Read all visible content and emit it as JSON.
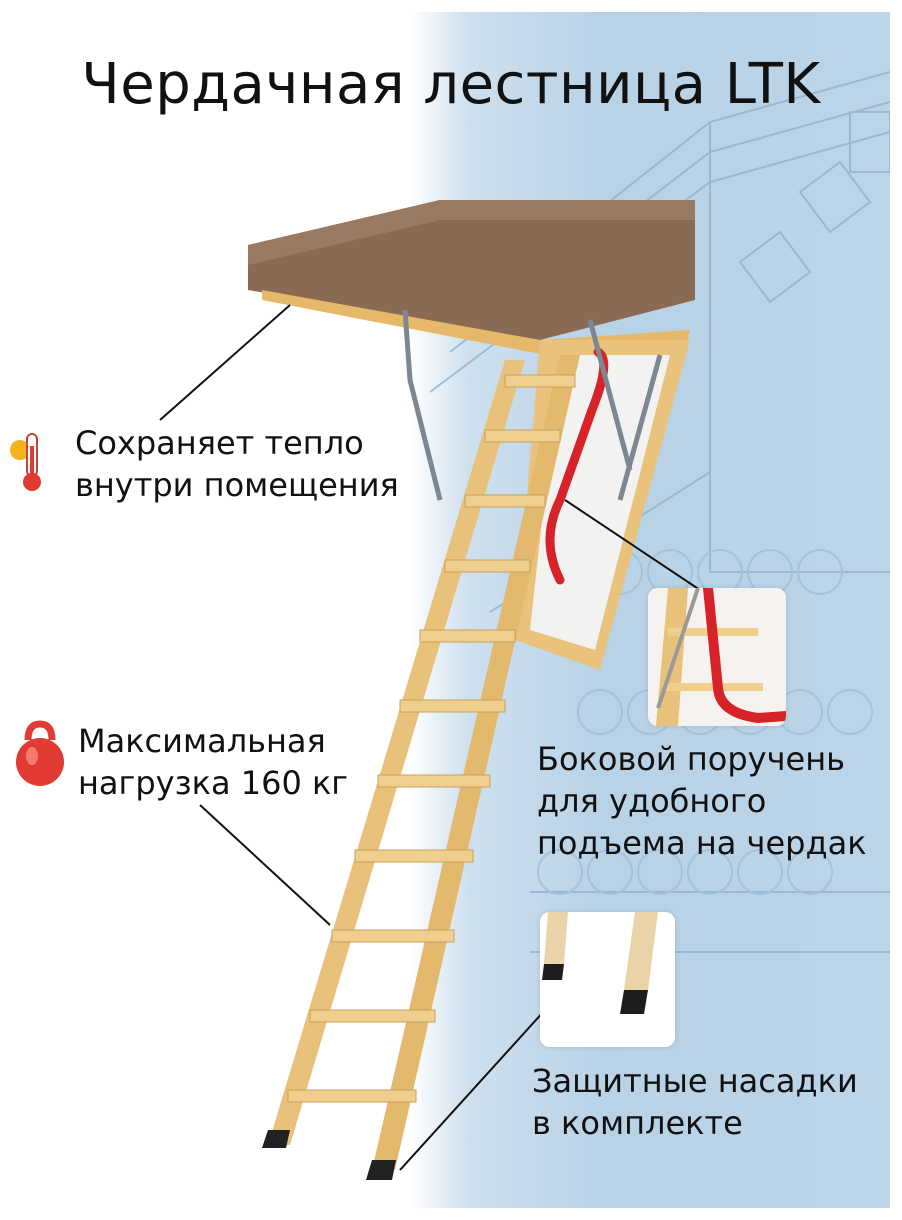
{
  "title": "Чердачная лестница LTK",
  "features": {
    "heat": {
      "line1": "Сохраняет тепло",
      "line2": "внутри помещения",
      "icon": "thermometer-icon"
    },
    "load": {
      "line1": "Максимальная",
      "line2": "нагрузка 160 кг",
      "icon": "kettlebell-icon"
    },
    "handrail": {
      "line1": "Боковой поручень",
      "line2": "для удобного",
      "line3": "подъема на чердак"
    },
    "feet": {
      "line1": "Защитные насадки",
      "line2": "в комплекте"
    }
  },
  "colors": {
    "hatch_brown": "#8a6a52",
    "wood": "#e8c27a",
    "handrail_red": "#d8222a",
    "blueprint_blue": "#b8d2e6"
  }
}
